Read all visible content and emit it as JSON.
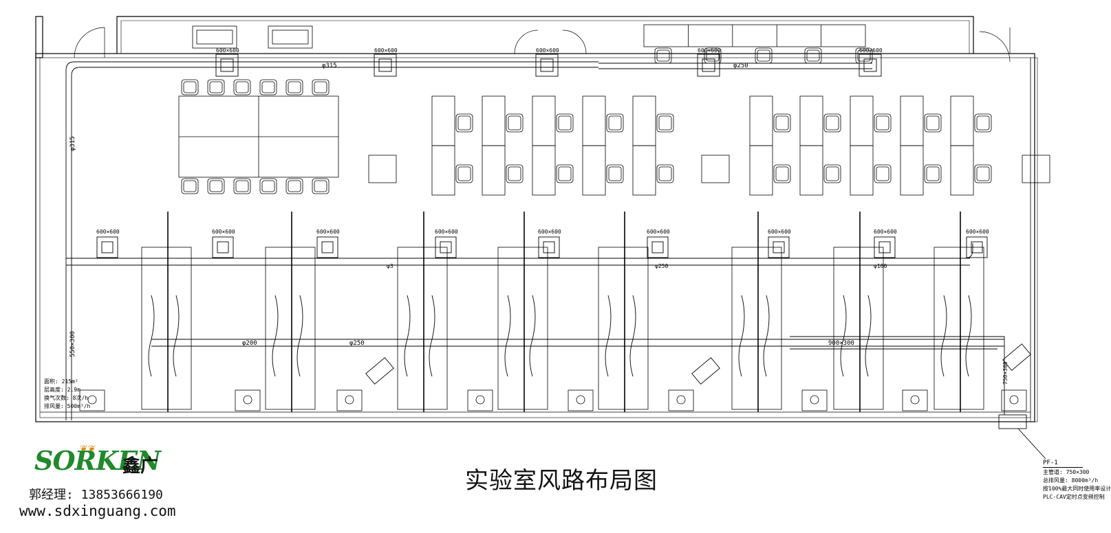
{
  "drawing": {
    "title": "实验室风路布局图",
    "duct_sizes": {
      "diffuser": "600×600",
      "main_supply": "φ315",
      "supply_reduced": "φ250",
      "supply_small": "φ160",
      "exhaust_riser": "550×300",
      "exhaust_main": "900×300",
      "exhaust_end": "750×300",
      "exhaust_branch_a": "φ200",
      "exhaust_branch_b": "φ250",
      "partial_3": "φ3"
    },
    "room_notes": [
      "面积: 215m²",
      "层高度: 2.9m",
      "换气次数: 8次/h",
      "排风量: 500m³/h"
    ],
    "fan_spec": {
      "tag": "PF-1",
      "lines": [
        "主管道: 750×300",
        "总排风量: 8000m³/h",
        "按100%最大同时使用率设计",
        "PLC-CAV定时点变频控制"
      ]
    }
  },
  "company": {
    "logo_text": "SORKEN",
    "logo_cn": "鑫广",
    "contact": "郭经理: 13853666190",
    "website": "www.sdxinguang.com"
  },
  "colors": {
    "line": "#000000",
    "logo_green": "#1f8a2a",
    "logo_orange": "#e08a12"
  }
}
